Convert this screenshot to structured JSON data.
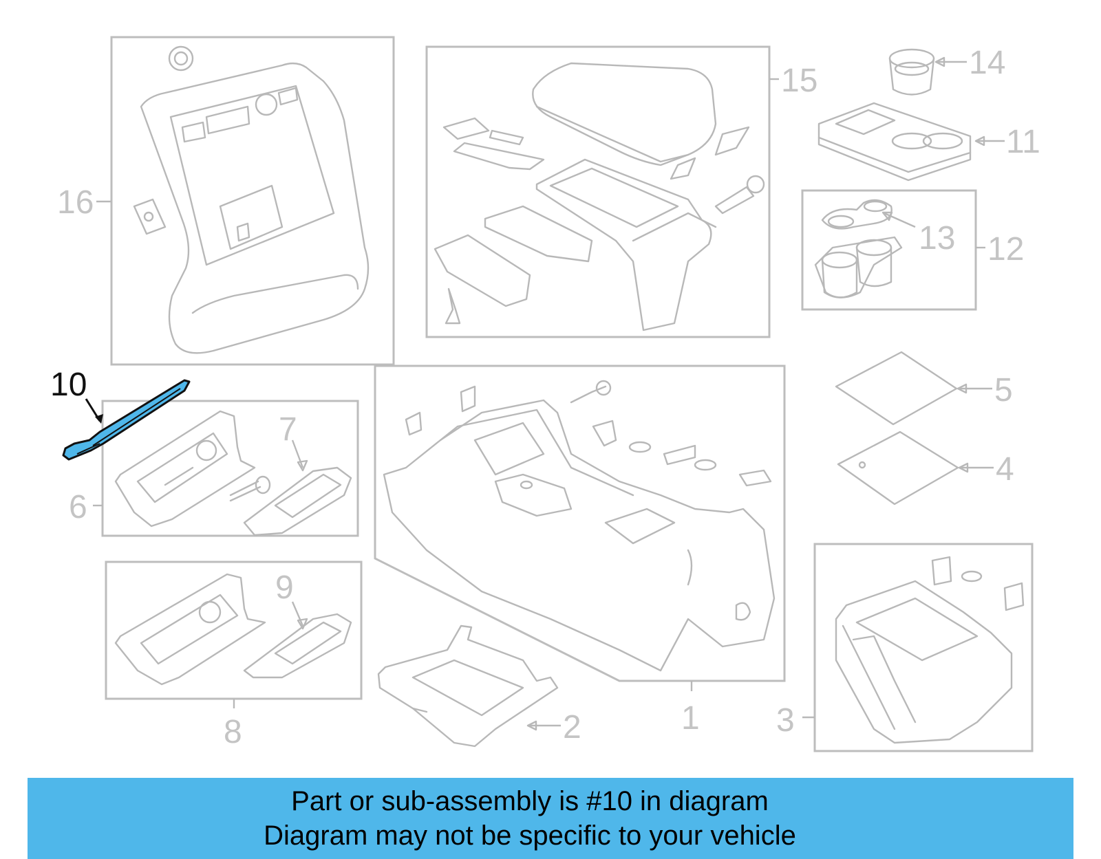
{
  "callouts": {
    "c1": "1",
    "c2": "2",
    "c3": "3",
    "c4": "4",
    "c5": "5",
    "c6": "6",
    "c7": "7",
    "c8": "8",
    "c9": "9",
    "c10": "10",
    "c11": "11",
    "c12": "12",
    "c13": "13",
    "c14": "14",
    "c15": "15",
    "c16": "16"
  },
  "highlighted_part": "10",
  "colors": {
    "highlight_fill": "#4fb7ea",
    "banner_background": "#4fb7ea",
    "part_outline": "#b8b8b8",
    "active_callout": "#111111"
  },
  "banner": {
    "line1": "Part or sub-assembly is #10 in diagram",
    "line2": "Diagram may not be specific to your vehicle"
  }
}
